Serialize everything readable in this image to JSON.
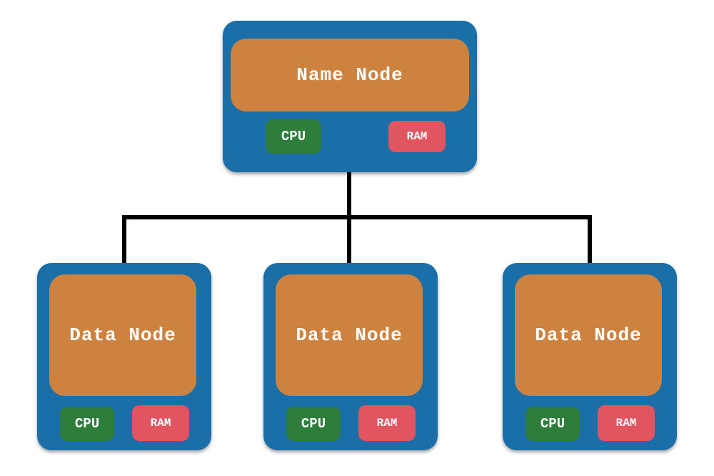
{
  "colors": {
    "node_frame": "#1a6fa8",
    "node_core": "#cd8240",
    "cpu_chip": "#2e7d3a",
    "ram_chip": "#e0555f",
    "connector": "#000000"
  },
  "name_node": {
    "label": "Name Node",
    "cpu_label": "CPU",
    "ram_label": "RAM"
  },
  "data_nodes": [
    {
      "label": "Data Node",
      "cpu_label": "CPU",
      "ram_label": "RAM"
    },
    {
      "label": "Data Node",
      "cpu_label": "CPU",
      "ram_label": "RAM"
    },
    {
      "label": "Data Node",
      "cpu_label": "CPU",
      "ram_label": "RAM"
    }
  ]
}
